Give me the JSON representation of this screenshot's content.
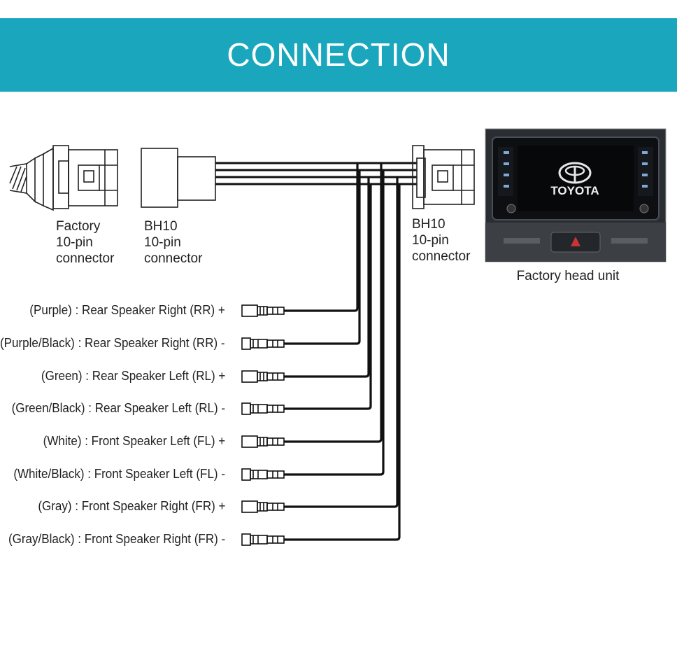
{
  "title": "CONNECTION",
  "connectors": {
    "factory": "Factory\n10-pin\nconnector",
    "bh10_left": "BH10\n10-pin\nconnector",
    "bh10_right": "BH10\n10-pin\nconnector"
  },
  "head_unit": {
    "caption": "Factory head unit",
    "brand": "TOYOTA"
  },
  "wires": [
    {
      "label": "(Purple) : Rear Speaker Right (RR) +"
    },
    {
      "label": "(Purple/Black) : Rear Speaker Right (RR) -"
    },
    {
      "label": "(Green) : Rear Speaker Left (RL) +"
    },
    {
      "label": "(Green/Black) : Rear Speaker Left (RL) -"
    },
    {
      "label": "(White) : Front Speaker Left (FL) +"
    },
    {
      "label": "(White/Black) : Front Speaker Left (FL) -"
    },
    {
      "label": "(Gray) : Front Speaker Right (FR) +"
    },
    {
      "label": "(Gray/Black) : Front Speaker Right (FR) -"
    }
  ]
}
